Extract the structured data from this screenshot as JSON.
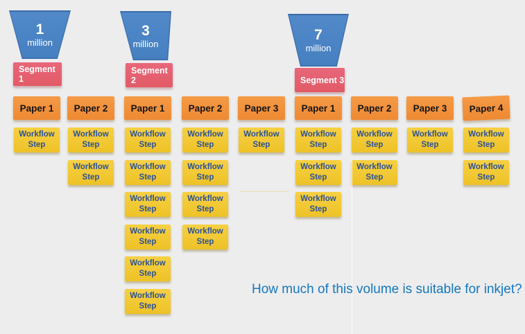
{
  "question": "How much of this volume is suitable for inkjet?",
  "workflow_step_label": "Workflow Step",
  "segments": [
    {
      "label": "Segment 1",
      "volume": "1",
      "unit": "million",
      "papers": [
        {
          "label": "Paper 1",
          "workflow_steps": 1
        },
        {
          "label": "Paper 2",
          "workflow_steps": 2
        }
      ]
    },
    {
      "label": "Segment 2",
      "volume": "3",
      "unit": "million",
      "papers": [
        {
          "label": "Paper 1",
          "workflow_steps": 6
        },
        {
          "label": "Paper 2",
          "workflow_steps": 4
        },
        {
          "label": "Paper 3",
          "workflow_steps": 1
        }
      ]
    },
    {
      "label": "Segment 3",
      "volume": "7",
      "unit": "million",
      "papers": [
        {
          "label": "Paper 1",
          "workflow_steps": 3
        },
        {
          "label": "Paper 2",
          "workflow_steps": 2
        },
        {
          "label": "Paper 3",
          "workflow_steps": 1
        },
        {
          "label": "Paper 4",
          "workflow_steps": 2
        }
      ]
    }
  ],
  "colors": {
    "background": "#ededee",
    "funnel_fill": "#4c86c6",
    "funnel_border": "#3a6ba8",
    "segment_fill": "#e5606c",
    "paper_fill": "#f1903c",
    "workflow_fill": "#f2c52e",
    "workflow_text": "#2b5197",
    "question_text": "#1577bf"
  }
}
